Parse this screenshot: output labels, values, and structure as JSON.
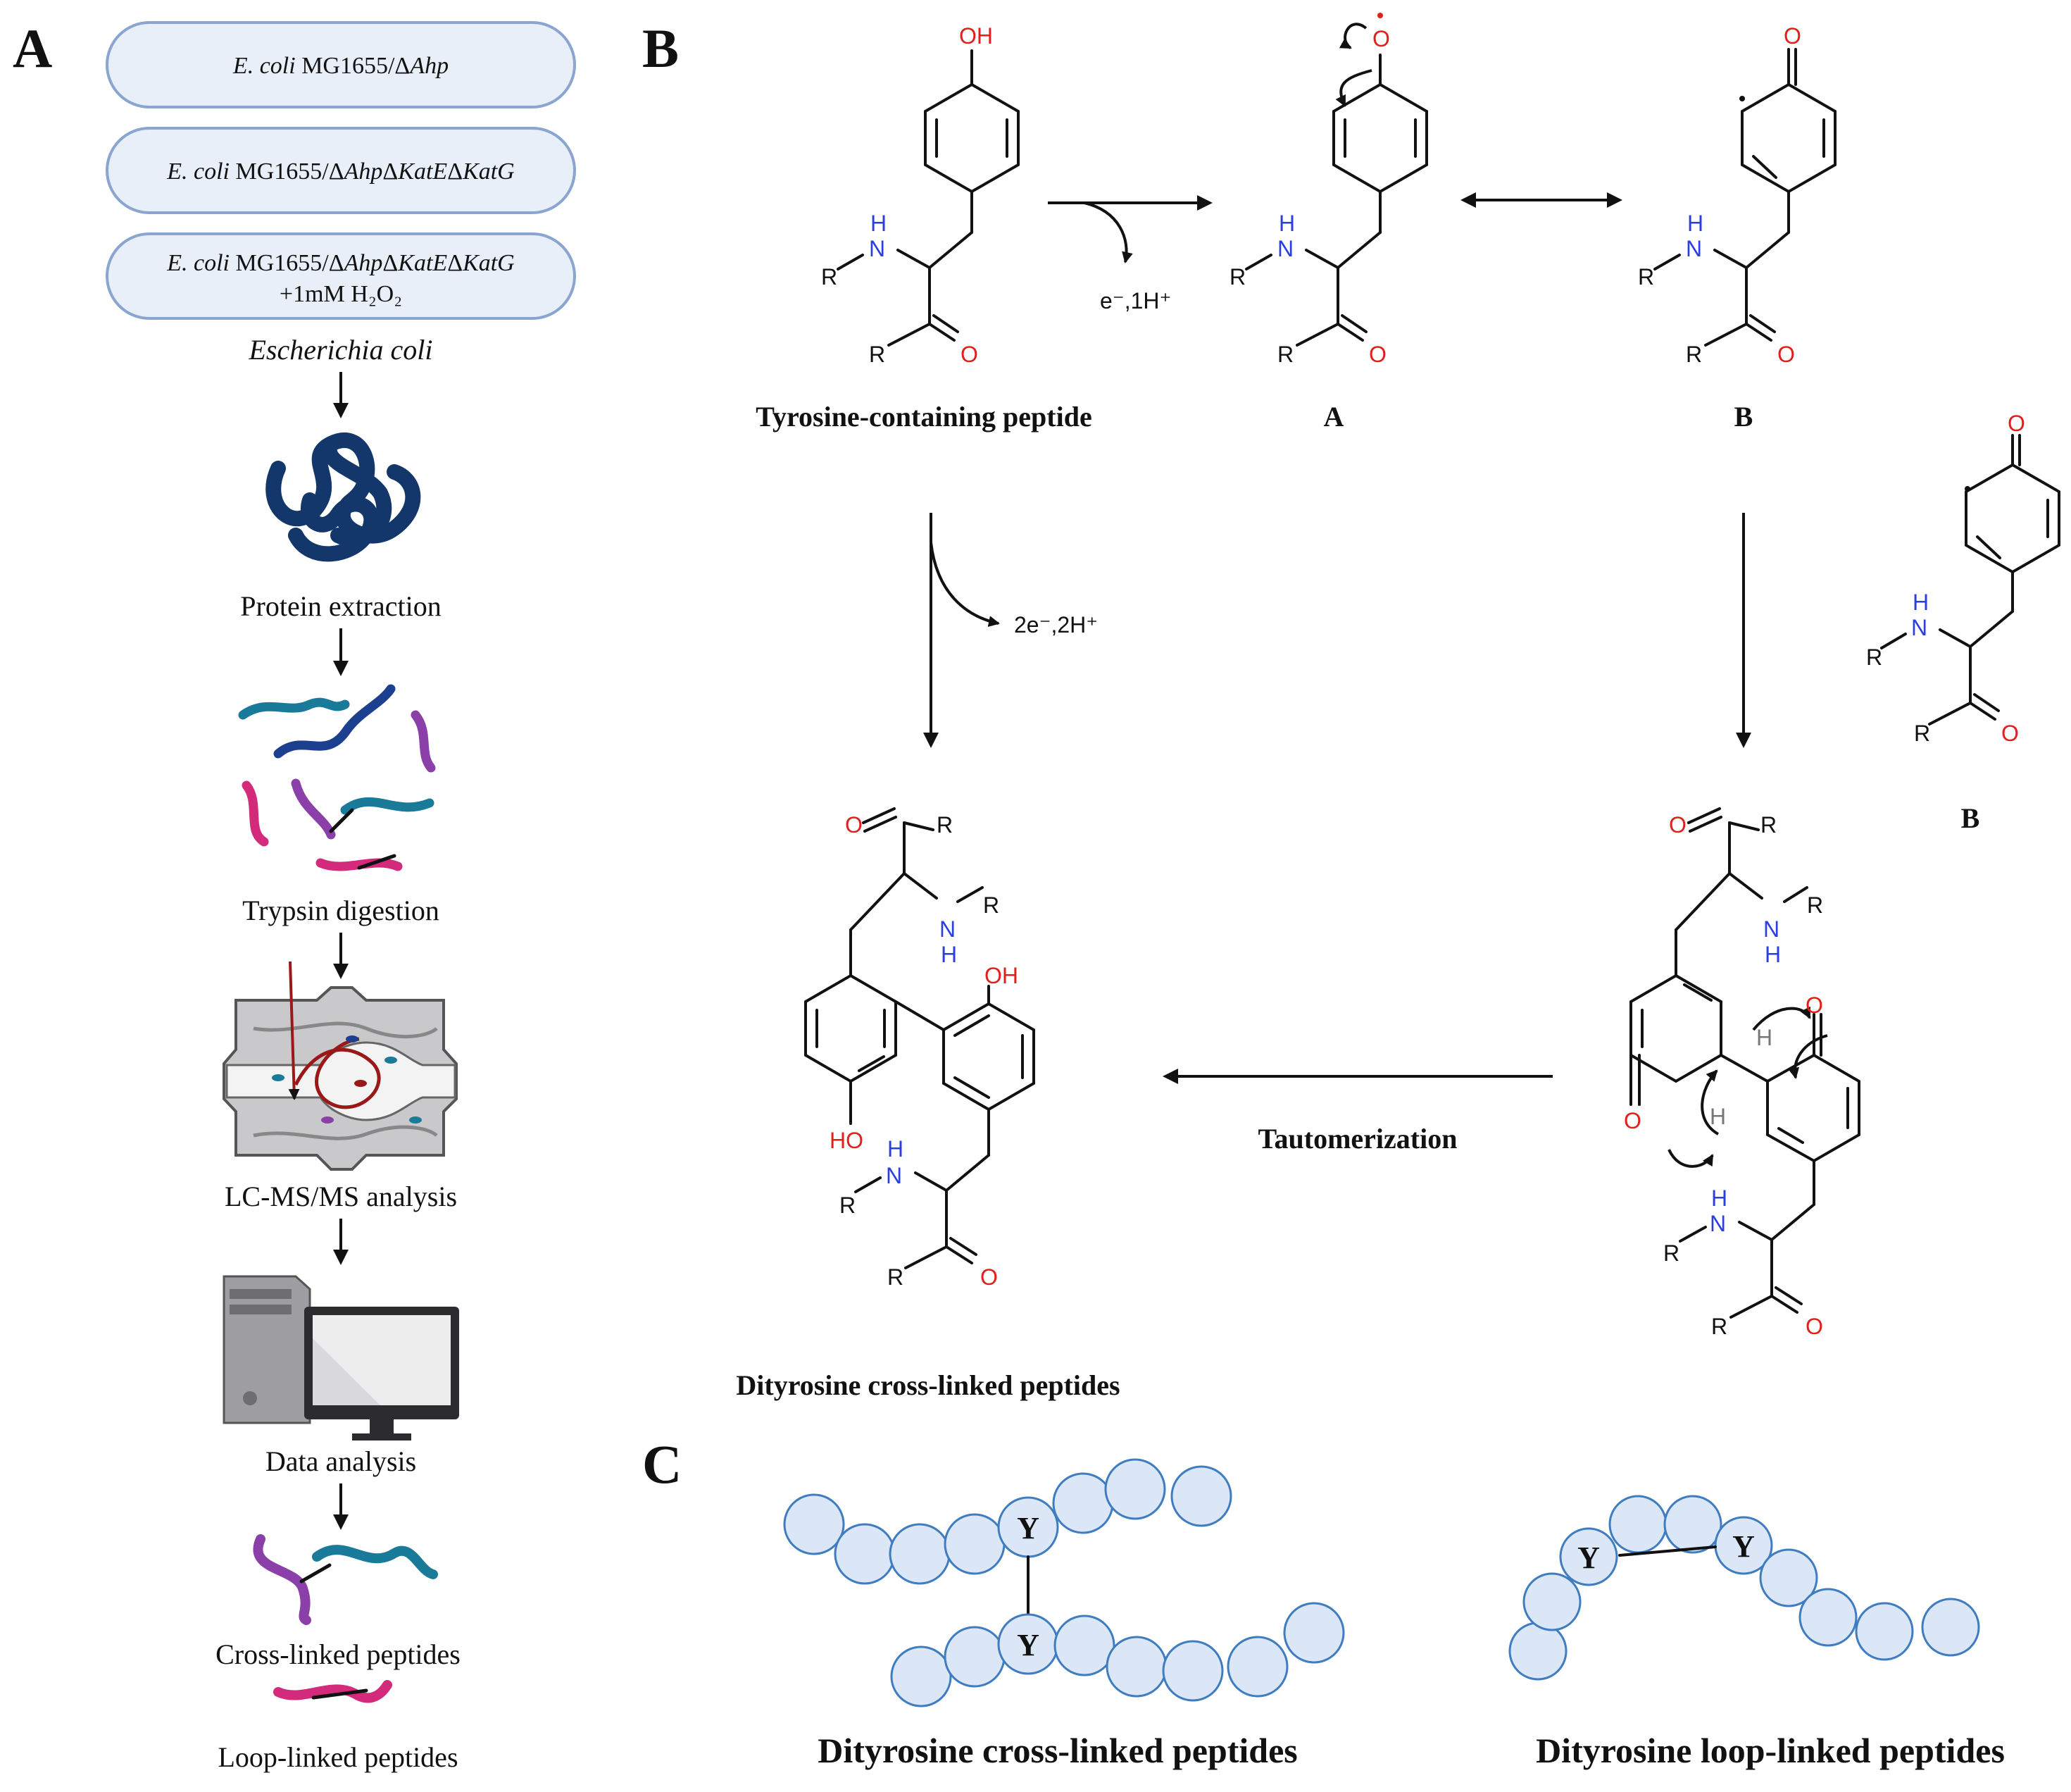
{
  "panels": {
    "a": "A",
    "b": "B",
    "c": "C"
  },
  "workflow": {
    "strains": [
      {
        "italic": "E. coli",
        "rest": " MG1655/Δ",
        "italic2": "Ahp",
        "rest2": ""
      },
      {
        "italic": "E. coli",
        "rest": " MG1655/Δ",
        "italic2": "Ahp",
        "rest2": "Δ",
        "italic3": "KatE",
        "rest3": "Δ",
        "italic4": "KatG"
      },
      {
        "italic": "E. coli",
        "rest": " MG1655/Δ",
        "italic2": "Ahp",
        "rest2": "Δ",
        "italic3": "KatE",
        "rest3": "Δ",
        "italic4": "KatG",
        "line2": "+1mM H₂O₂"
      }
    ],
    "organism": "Escherichia coli",
    "steps": [
      "Protein extraction",
      "Trypsin digestion",
      "LC-MS/MS analysis",
      "Data analysis"
    ],
    "outputs": [
      "Cross-linked peptides",
      "Loop-linked peptides"
    ],
    "colors": {
      "protein": "#14376b",
      "teal": "#1a7a99",
      "purple": "#8b3fa8",
      "pink": "#d42a7c",
      "navy": "#1d3f8f"
    }
  },
  "mechanism": {
    "labels": {
      "tyrosine": "Tyrosine-containing peptide",
      "radical_a": "A",
      "radical_b": "B",
      "radical_b2": "B",
      "dityrosine": "Dityrosine cross-linked peptides",
      "tautomerization": "Tautomerization"
    },
    "reagents": {
      "one_electron": "e⁻,1H⁺",
      "two_electron": "2e⁻,2H⁺"
    },
    "atoms": {
      "oh": "OH",
      "ho": "HO",
      "o": "O",
      "n": "N",
      "h": "H",
      "r": "R"
    }
  },
  "schematic": {
    "residue": "Y",
    "cross_caption": "Dityrosine cross-linked peptides",
    "loop_caption": "Dityrosine loop-linked peptides"
  }
}
